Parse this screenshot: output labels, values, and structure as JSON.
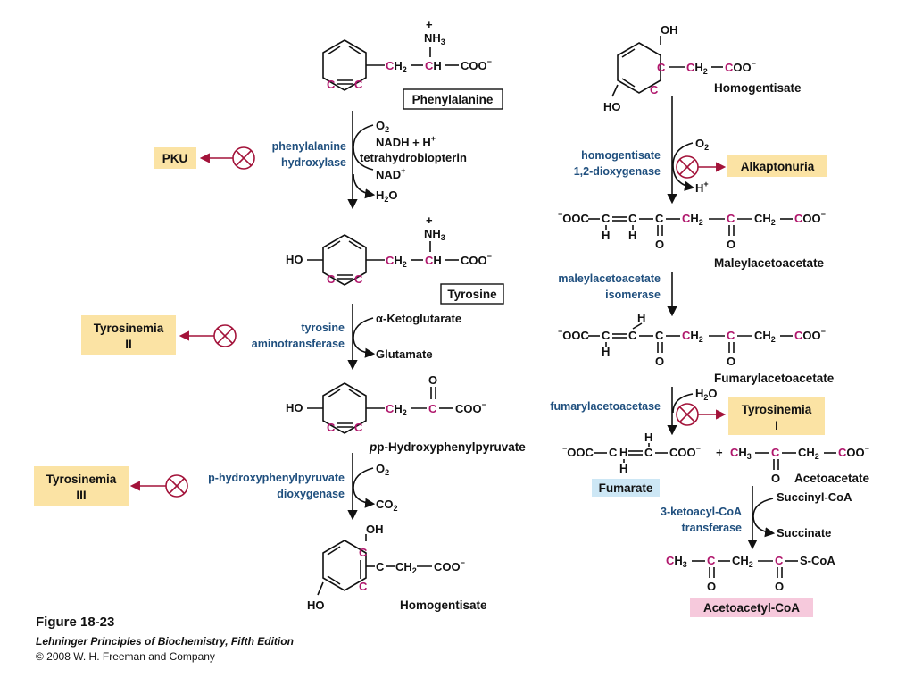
{
  "caption": {
    "figure": "Figure 18-23",
    "book": "Lehninger Principles of Biochemistry, Fifth Edition",
    "copyright": "© 2008 W. H. Freeman and Company"
  },
  "compounds": {
    "phenylalanine": "Phenylalanine",
    "tyrosine": "Tyrosine",
    "hydroxyphenylpyruvate": "p-Hydroxyphenylpyruvate",
    "homogentisate": "Homogentisate",
    "maleylacetoacetate": "Maleylacetoacetate",
    "fumarylacetoacetate": "Fumarylacetoacetate",
    "fumarate": "Fumarate",
    "acetoacetate": "Acetoacetate",
    "acetoacetyl_coa": "Acetoacetyl-CoA"
  },
  "enzymes": {
    "pah_line1": "phenylalanine",
    "pah_line2": "hydroxylase",
    "tat_line1": "tyrosine",
    "tat_line2": "aminotransferase",
    "hppd_line1": "p-hydroxyphenylpyruvate",
    "hppd_line2": "dioxygenase",
    "hgd_line1": "homogentisate",
    "hgd_line2": "1,2-dioxygenase",
    "mai_line1": "maleylacetoacetate",
    "mai_line2": "isomerase",
    "fah": "fumarylacetoacetase",
    "kct_line1": "3-ketoacyl-CoA",
    "kct_line2": "transferase"
  },
  "disorders": {
    "pku": "PKU",
    "alkaptonuria": "Alkaptonuria",
    "tyr2_line1": "Tyrosinemia",
    "tyr2_line2": "II",
    "tyr3_line1": "Tyrosinemia",
    "tyr3_line2": "III",
    "tyr1_line1": "Tyrosinemia",
    "tyr1_line2": "I"
  },
  "cofactors": {
    "o2": "O",
    "nadh": "NADH + H",
    "thb": "tetrahydrobiopterin",
    "nad": "NAD",
    "h2o": "H",
    "akg": "α-Ketoglutarate",
    "glutamate": "Glutamate",
    "co2": "CO",
    "hplus": "H",
    "succinyl_coa": "Succinyl-CoA",
    "succinate": "Succinate",
    "plus": "+"
  },
  "colors": {
    "highlight_carbon": "#b0176c",
    "enzyme_text": "#1f4f7e",
    "disorder_box": "#fbe3a4",
    "block_symbol": "#a3133a",
    "fumarate_box": "#cde7f5",
    "acetoacetyl_box": "#f6c9dc"
  }
}
